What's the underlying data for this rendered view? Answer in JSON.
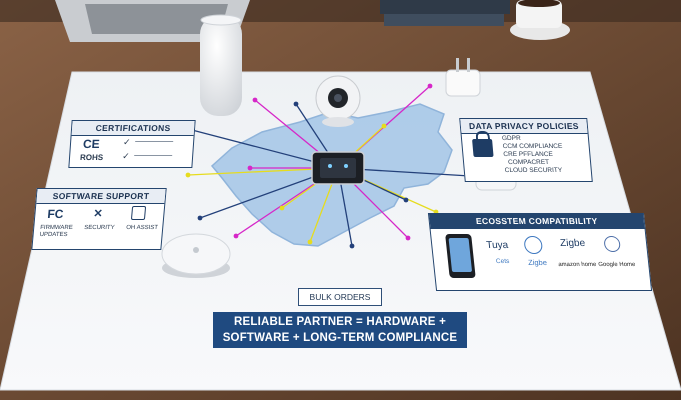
{
  "certifications": {
    "title": "CERTIFICATIONS",
    "ce": "CE",
    "rohs": "ROHS",
    "check": "✓"
  },
  "software_support": {
    "title": "SOFTWARE SUPPORT",
    "fc": "FC",
    "items": [
      "FIRMWARE UPDATES",
      "SECURITY",
      "OH ASSIST"
    ]
  },
  "data_privacy": {
    "title": "DATA PRIVACY POLICIES",
    "items": [
      "GDPR",
      "CCM COMPLIANCE",
      "CRE PFFLANCE",
      "COMPACRET",
      "CLOUD SECURITY"
    ]
  },
  "ecosystem": {
    "title": "ECOSSTEM COMPATIBILITY",
    "tuya": "Tuya",
    "cets": "Cets",
    "zigbe_small": "Zigbe",
    "zigbe_big": "Zigbe",
    "amazon": "amazon home",
    "google": "Google Home"
  },
  "bulk_orders": "BULK ORDERS",
  "slogan": {
    "line1": "RELIABLE PARTNER = HARDWARE +",
    "line2": "SOFTWARE + LONG-TERM COMPLIANCE"
  },
  "colors": {
    "navy": "#24456e",
    "slogan_bg": "#1f4a80",
    "map_blue": "#a8c8e8",
    "line_magenta": "#d627c8",
    "line_yellow": "#e6dc1e",
    "line_navy": "#23407a",
    "table_wood": "#6b4a33"
  }
}
